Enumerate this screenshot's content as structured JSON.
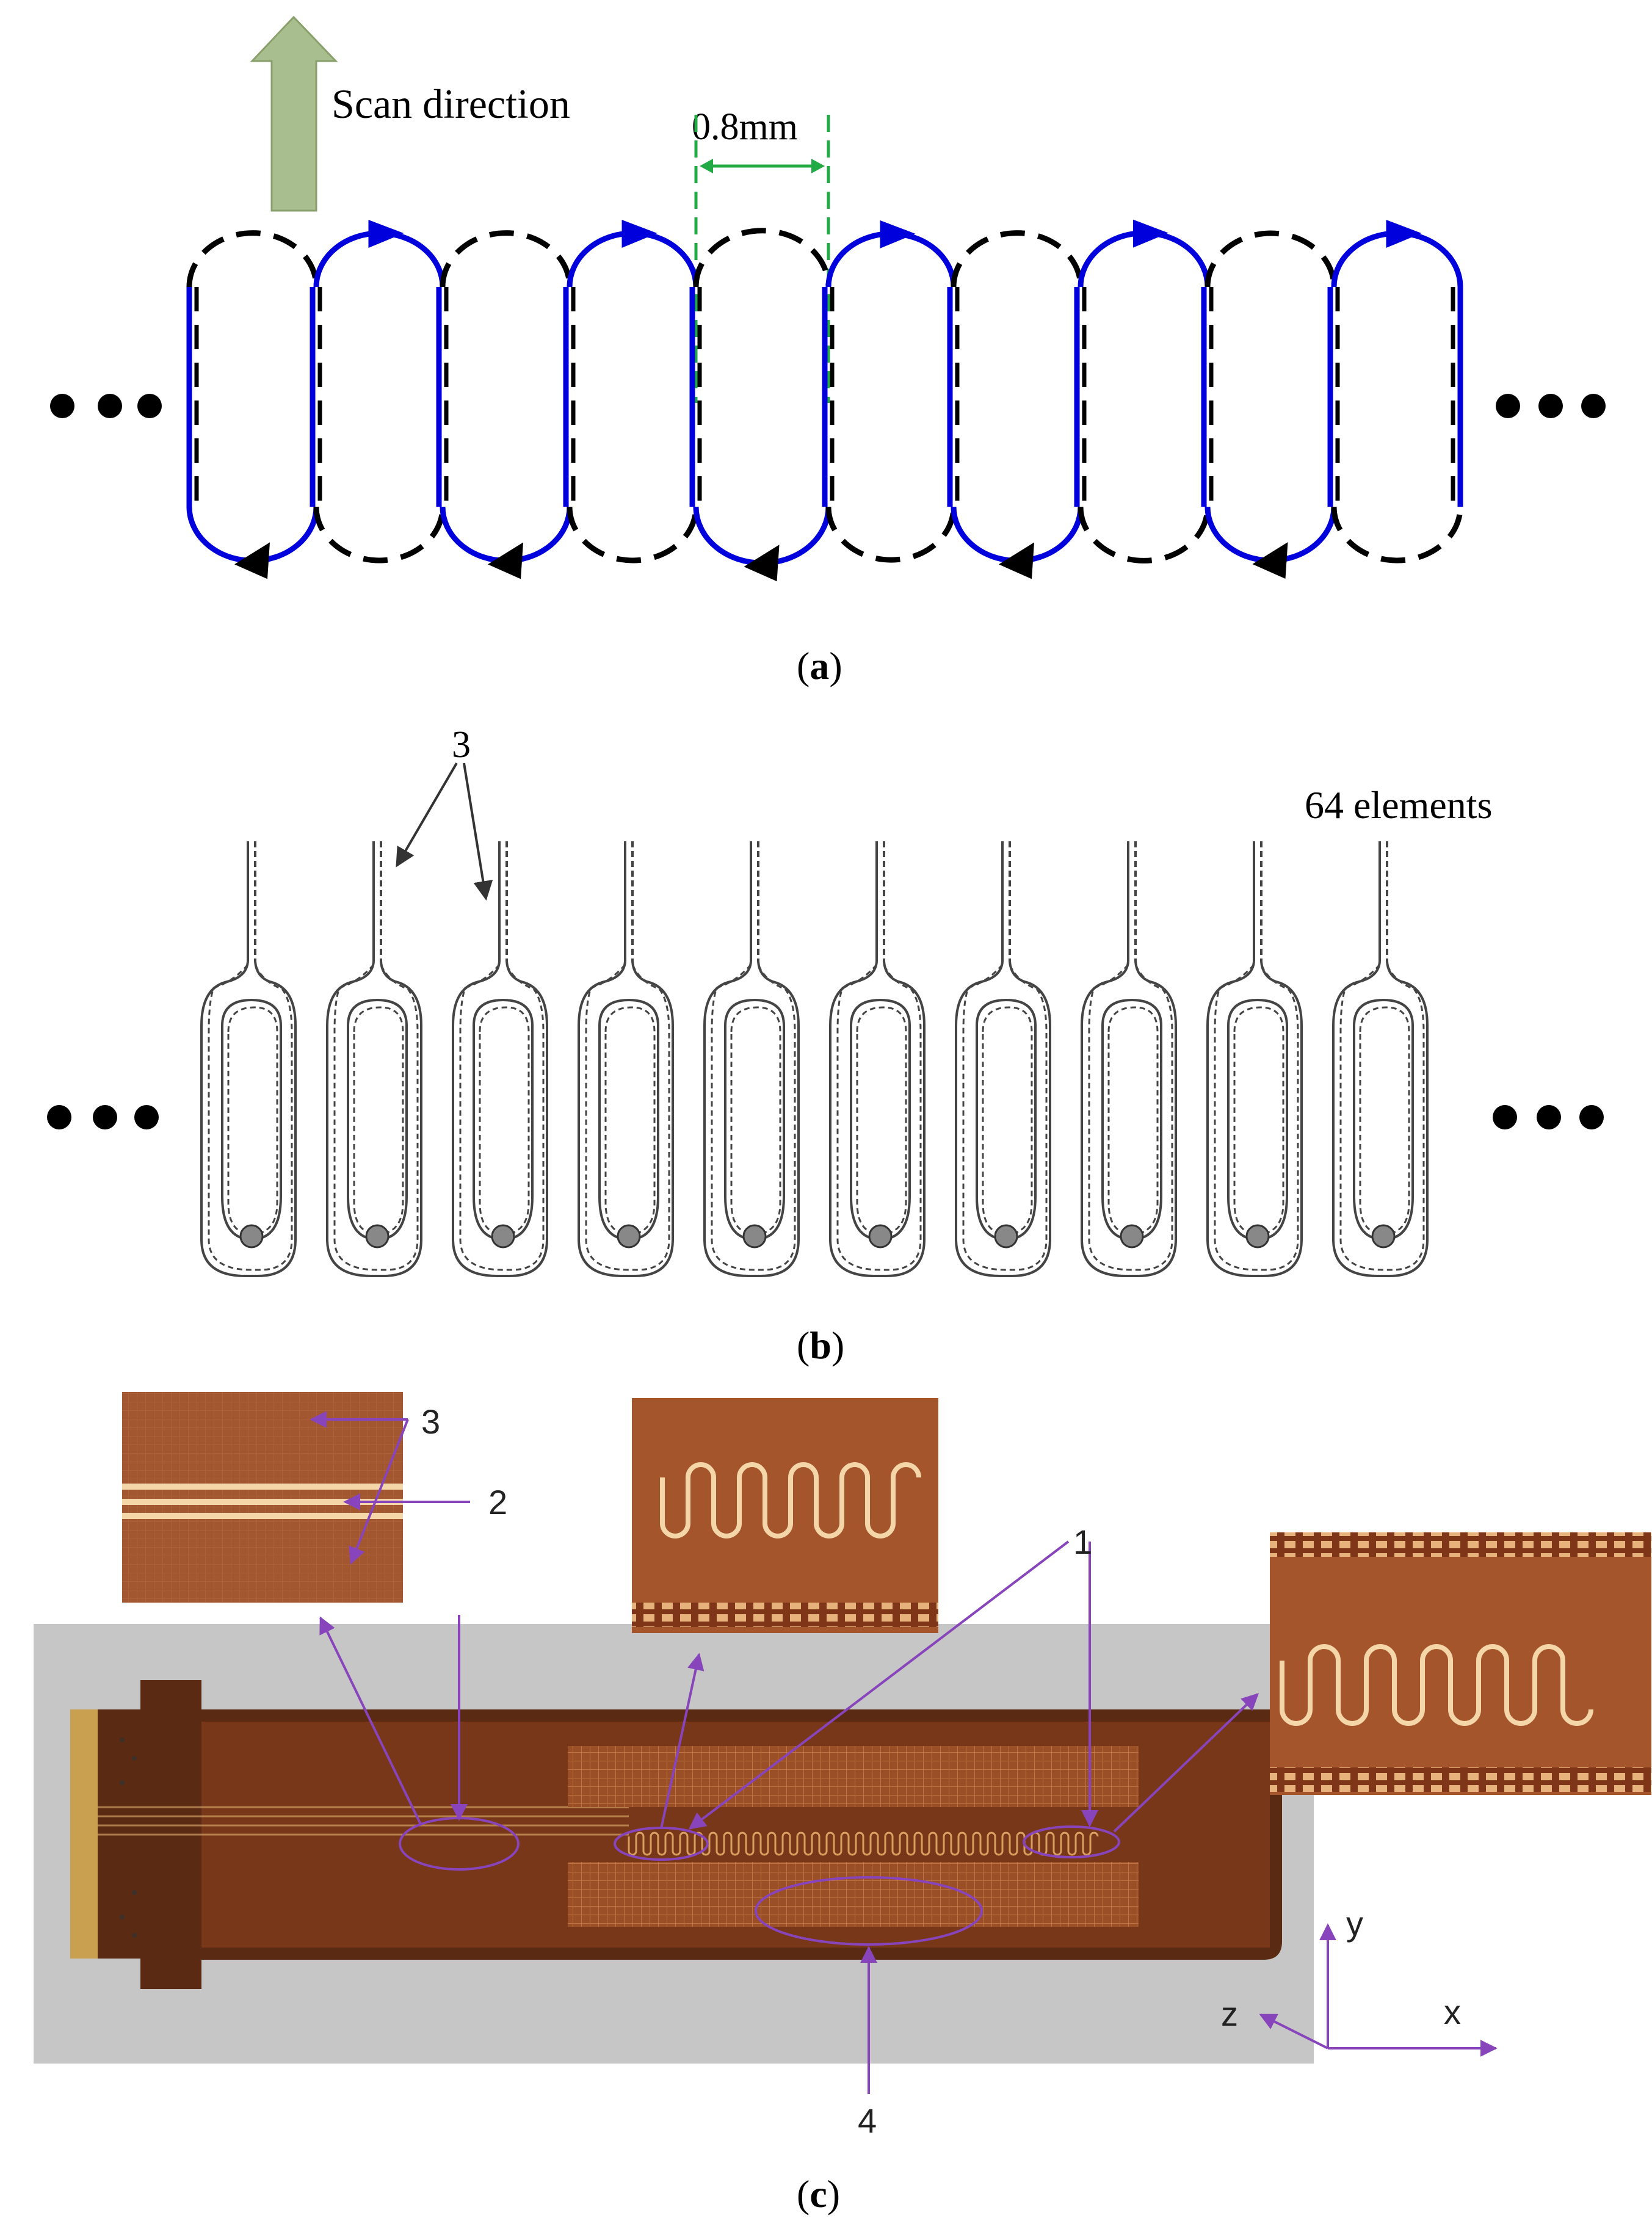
{
  "panel_a": {
    "caption_open": "(",
    "caption_letter": "a",
    "caption_close": ")",
    "scan_label": "Scan direction",
    "pitch_label": "0.8mm",
    "colors": {
      "blue_coil": "#0000dd",
      "dashed_coil": "#000000",
      "scan_arrow": "#a9be8f",
      "dimension": "#22aa44"
    }
  },
  "panel_b": {
    "caption_open": "(",
    "caption_letter": "b",
    "caption_close": ")",
    "callout_3": "3",
    "elements_label": "64 elements",
    "element_count_shown": 10
  },
  "panel_c": {
    "caption_open": "(",
    "caption_letter": "c",
    "caption_close": ")",
    "callouts": {
      "one": "1",
      "two": "2",
      "three": "3",
      "four": "4"
    },
    "axes": {
      "x": "x",
      "y": "y",
      "z": "z"
    },
    "colors": {
      "callout": "#8844bb",
      "copper": "#a0552b",
      "trace": "#f0c890",
      "background": "#c6c6c6"
    }
  }
}
